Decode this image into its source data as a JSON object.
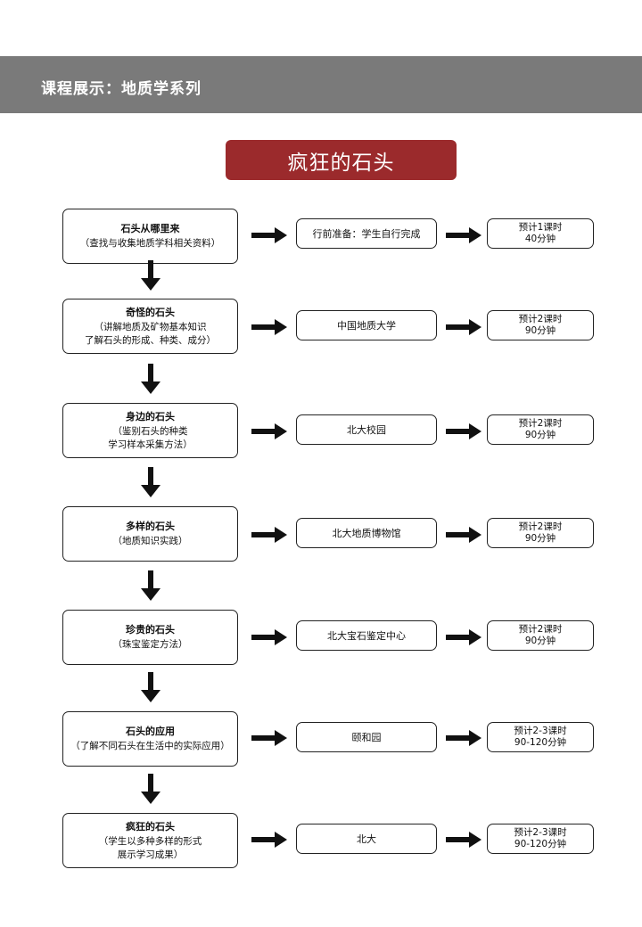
{
  "header": {
    "title": "课程展示：地质学系列"
  },
  "diagram": {
    "title": "疯狂的石头"
  },
  "steps": [
    {
      "title": "石头从哪里来",
      "desc": [
        "（查找与收集地质学科相关资料）"
      ],
      "location": "行前准备：学生自行完成",
      "time": [
        "预计1课时",
        "40分钟"
      ]
    },
    {
      "title": "奇怪的石头",
      "desc": [
        "（讲解地质及矿物基本知识",
        "了解石头的形成、种类、成分）"
      ],
      "location": "中国地质大学",
      "time": [
        "预计2课时",
        "90分钟"
      ]
    },
    {
      "title": "身边的石头",
      "desc": [
        "（鉴别石头的种类",
        "学习样本采集方法）"
      ],
      "location": "北大校园",
      "time": [
        "预计2课时",
        "90分钟"
      ]
    },
    {
      "title": "多样的石头",
      "desc": [
        "（地质知识实践）"
      ],
      "location": "北大地质博物馆",
      "time": [
        "预计2课时",
        "90分钟"
      ]
    },
    {
      "title": "珍贵的石头",
      "desc": [
        "（珠宝鉴定方法）"
      ],
      "location": "北大宝石鉴定中心",
      "time": [
        "预计2课时",
        "90分钟"
      ]
    },
    {
      "title": "石头的应用",
      "desc": [
        "（了解不同石头在生活中的实际应用）"
      ],
      "location": "颐和园",
      "time": [
        "预计2-3课时",
        "90-120分钟"
      ]
    },
    {
      "title": "疯狂的石头",
      "desc": [
        "（学生以多种多样的形式",
        "展示学习成果）"
      ],
      "location": "北大",
      "time": [
        "预计2-3课时",
        "90-120分钟"
      ]
    }
  ]
}
